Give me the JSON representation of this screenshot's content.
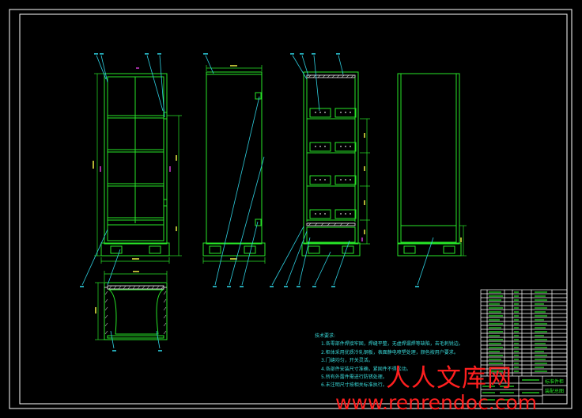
{
  "colors": {
    "frame": "#ffffff",
    "outline": "#28e628",
    "leader": "#2ecfe0",
    "hatch": "#c8c8c8",
    "dim": "#e040e0",
    "watermark": "#ff1f1f"
  },
  "notes": {
    "heading": "技术要求:",
    "lines": [
      "1.各零部件焊接牢固，焊缝平整，无虚焊漏焊等缺陷，去毛刺锐边。",
      "2.柜体采用优质冷轧钢板，表面静电喷塑处理，颜色按用户要求。",
      "3.门缝均匀，开关灵活。",
      "4.各部件安装尺寸准确，紧固件不得松动。",
      "5.所有外露件需进行防锈处理。",
      "6.未注明尺寸按相关标准执行。"
    ]
  },
  "title_block": {
    "drawing_name": "标准件柜",
    "designation": "装配总图"
  },
  "watermark": {
    "brand": "人人文库网",
    "url": "www.renrendoc.com"
  }
}
